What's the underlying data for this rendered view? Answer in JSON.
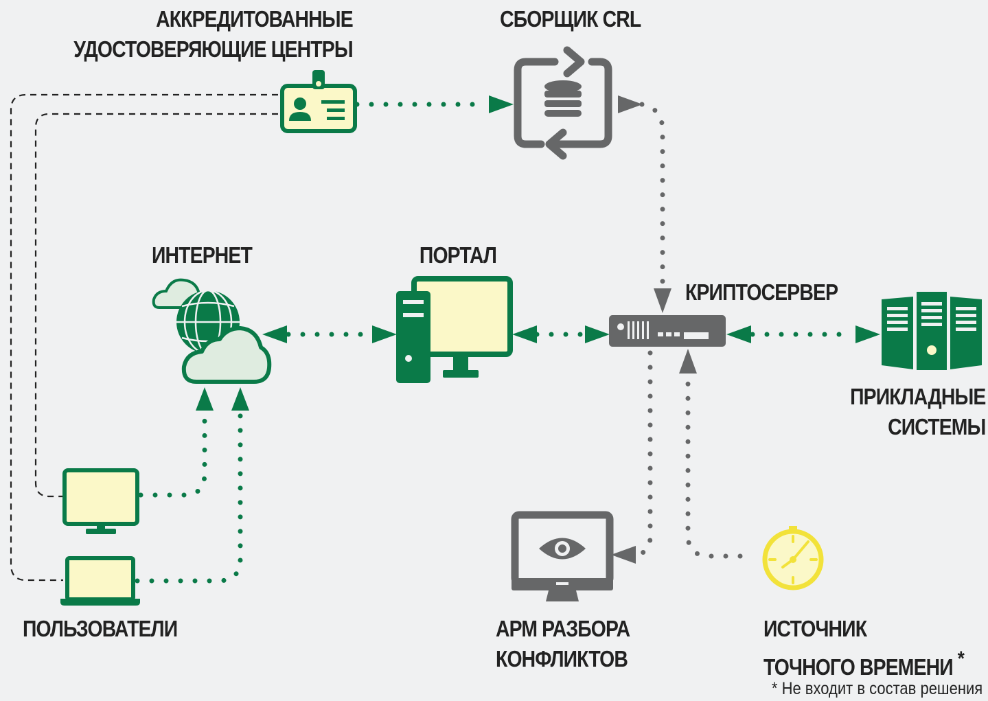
{
  "nodes": {
    "ca": {
      "line1": "АККРЕДИТОВАННЫЕ",
      "line2": "УДОСТОВЕРЯЮЩИЕ ЦЕНТРЫ"
    },
    "crl": {
      "label": "СБОРЩИК CRL"
    },
    "internet": {
      "label": "ИНТЕРНЕТ"
    },
    "portal": {
      "label": "ПОРТАЛ"
    },
    "cryptoserver": {
      "label": "КРИПТОСЕРВЕР"
    },
    "apps": {
      "line1": "ПРИКЛАДНЫЕ",
      "line2": "СИСТЕМЫ"
    },
    "users": {
      "label": "ПОЛЬЗОВАТЕЛИ"
    },
    "arm": {
      "line1": "АРМ РАЗБОРА",
      "line2": "КОНФЛИКТОВ"
    },
    "time": {
      "line1": "ИСТОЧНИК",
      "line2": "ТОЧНОГО ВРЕМЕНИ",
      "asterisk": "*"
    }
  },
  "footnote": "* Не входит в состав решения",
  "colors": {
    "green": "#0a7a48",
    "gray": "#666768",
    "pale": "#fbf8c8",
    "cloud": "#dfece0",
    "clock": "#f2e23a",
    "background": "#f0f1f2"
  }
}
